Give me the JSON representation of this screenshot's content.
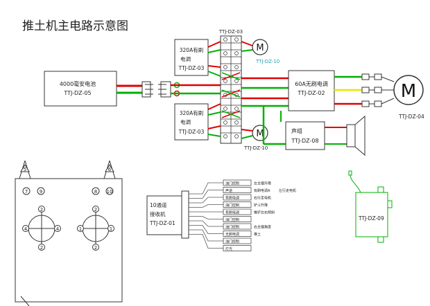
{
  "title": "推土机主电路示意图",
  "battery": {
    "line1": "4000毫安电池",
    "line2": "TTJ-DZ-05"
  },
  "esc_top": {
    "line1": "320A有刷",
    "line2": "电调",
    "line3": "TTJ-DZ-03"
  },
  "esc_bottom": {
    "line1": "320A有刷",
    "line2": "电调",
    "line3": "TTJ-DZ-03"
  },
  "terminal_label": "TTJ-DZ-03",
  "motor_small_top": {
    "symbol": "M",
    "label": "TTJ-DZ-10"
  },
  "motor_small_bottom": {
    "symbol": "M",
    "label": "TTJ-DZ-10"
  },
  "esc_brushless": {
    "line1": "60A无刷电调",
    "line2": "TTJ-DZ-02"
  },
  "motor_big": {
    "symbol": "M",
    "label": "TTJ-DZ-04"
  },
  "sound": {
    "line1": "声组",
    "line2": "TTJ-DZ-08"
  },
  "receiver": {
    "line1": "10通道",
    "line2": "接收机",
    "line3": "TTJ-DZ-01"
  },
  "receiver_channels": [
    {
      "box": "油门控制",
      "note": "左主摆升降"
    },
    {
      "box": "声道",
      "note": "有刷电调A",
      "note2": "左行走电机"
    },
    {
      "box": "有刷电调",
      "note": "右行走电机"
    },
    {
      "box": "油门控制",
      "note": "铲斗升降"
    },
    {
      "box": "有刷电调",
      "note": "推铲左右倾斜"
    },
    {
      "box": "油门控制",
      "note": ""
    },
    {
      "box": "油门控制",
      "note": "右主摆角度"
    },
    {
      "box": "无刷电调",
      "note": "推土"
    },
    {
      "box": "油门控制",
      "note": ""
    },
    {
      "box": "灯光",
      "note": ""
    }
  ],
  "servo": {
    "label": "TTJ-DZ-09"
  },
  "transmitter": {
    "antenna_labels": [
      "5",
      "6"
    ],
    "channels": [
      "7",
      "9",
      "8",
      "10"
    ],
    "left_stick": [
      "2",
      "4",
      "4",
      "2"
    ],
    "right_stick": [
      "2",
      "1",
      "1",
      "2"
    ]
  },
  "colors": {
    "red": "#e00000",
    "green": "#00b000",
    "yellow": "#e8e800",
    "line": "#555555",
    "cyan_label": "#20a0b0"
  }
}
